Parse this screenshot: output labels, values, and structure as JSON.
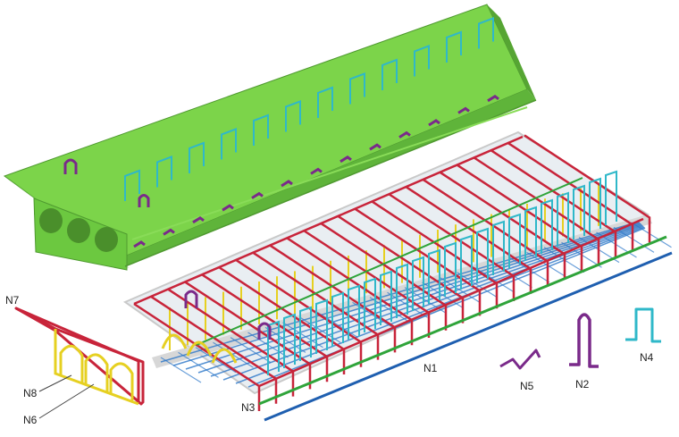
{
  "labels": {
    "n1": "N1",
    "n2": "N2",
    "n3": "N3",
    "n4": "N4",
    "n5": "N5",
    "n6": "N6",
    "n7": "N7",
    "n8": "N8"
  },
  "colors": {
    "slab_top": "#7cd44a",
    "slab_front": "#5fb43a",
    "slab_edge": "#4f9a30",
    "red_rebar": "#c8243a",
    "yellow_rebar": "#e6d021",
    "cyan_loop": "#2fb8c9",
    "purple_hook": "#7a2a8a",
    "green_strand": "#2fa43a",
    "blue_strand": "#1f5fb0",
    "blue_mesh": "#2c77c9",
    "frame_grey": "#d2d2d2"
  }
}
